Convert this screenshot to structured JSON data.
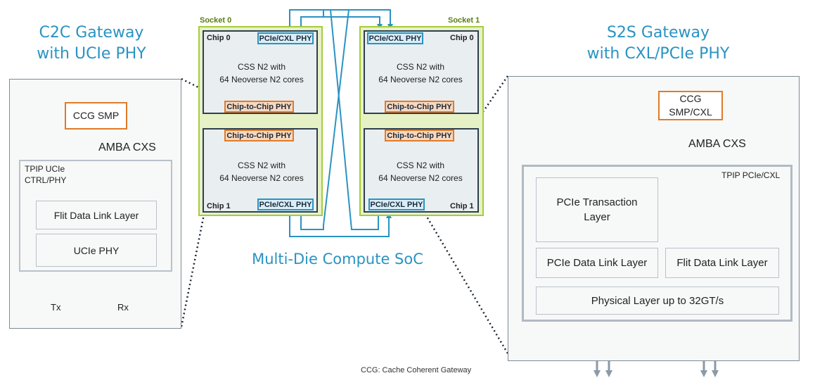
{
  "titles": {
    "left": [
      "C2C Gateway",
      "with UCIe PHY"
    ],
    "right": [
      "S2S Gateway",
      "with CXL/PCIe PHY"
    ],
    "center": "Multi-Die Compute SoC"
  },
  "left_panel": {
    "ccg_label": "CCG SMP",
    "amba_label": "AMBA CXS",
    "tpip_label": [
      "TPIP UCIe",
      "CTRL/PHY"
    ],
    "layers": [
      "Flit Data Link Layer",
      "UCIe PHY"
    ],
    "tx_label": "Tx",
    "rx_label": "Rx"
  },
  "sockets": [
    {
      "name": "Socket 0",
      "chips": [
        {
          "name": "Chip 0",
          "desc": [
            "CSS N2 with",
            "64 Neoverse N2 cores"
          ],
          "pcie_label": "PCIe/CXL PHY",
          "c2c_label": "Chip-to-Chip PHY"
        },
        {
          "name": "Chip 1",
          "desc": [
            "CSS N2 with",
            "64 Neoverse N2 cores"
          ],
          "pcie_label": "PCIe/CXL PHY",
          "c2c_label": "Chip-to-Chip PHY"
        }
      ]
    },
    {
      "name": "Socket 1",
      "chips": [
        {
          "name": "Chip 0",
          "desc": [
            "CSS N2 with",
            "64 Neoverse N2 cores"
          ],
          "pcie_label": "PCIe/CXL PHY",
          "c2c_label": "Chip-to-Chip PHY"
        },
        {
          "name": "Chip 1",
          "desc": [
            "CSS N2 with",
            "64 Neoverse N2 cores"
          ],
          "pcie_label": "PCIe/CXL PHY",
          "c2c_label": "Chip-to-Chip PHY"
        }
      ]
    }
  ],
  "right_panel": {
    "ccg_label": [
      "CCG",
      "SMP/CXL"
    ],
    "amba_label": "AMBA CXS",
    "tpip_label": "TPIP PCIe/CXL",
    "layers": {
      "transaction": [
        "PCIe Transaction",
        "Layer"
      ],
      "pcie_dll": "PCIe Data Link Layer",
      "flit_dll": "Flit Data Link Layer",
      "physical": "Physical Layer up to 32GT/s"
    }
  },
  "footnote": "CCG: Cache Coherent Gateway",
  "colors": {
    "title_blue": "#2a93c3",
    "orange": "#e07b2a",
    "socket_green": "#a6cc3c",
    "arrow_grey": "#8c99a6"
  }
}
